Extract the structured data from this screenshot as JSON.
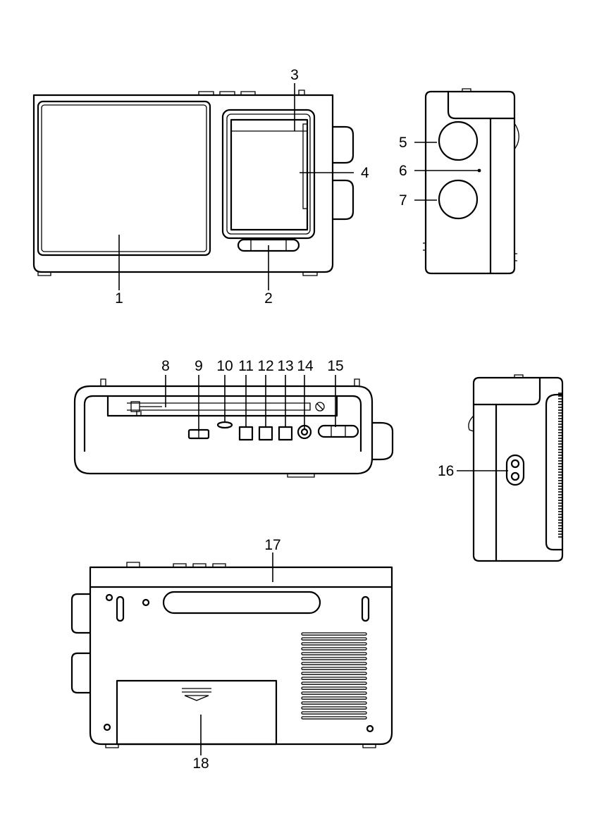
{
  "diagram": {
    "views": [
      {
        "name": "front-view",
        "labels": [
          "1",
          "2",
          "3",
          "4"
        ]
      },
      {
        "name": "right-side-view",
        "labels": [
          "5",
          "6",
          "7"
        ]
      },
      {
        "name": "top-view",
        "labels": [
          "8",
          "9",
          "10",
          "11",
          "12",
          "13",
          "14",
          "15"
        ]
      },
      {
        "name": "left-side-view",
        "labels": [
          "16"
        ]
      },
      {
        "name": "back-view",
        "labels": [
          "17",
          "18"
        ]
      }
    ],
    "callouts": {
      "c1": "1",
      "c2": "2",
      "c3": "3",
      "c4": "4",
      "c5": "5",
      "c6": "6",
      "c7": "7",
      "c8": "8",
      "c9": "9",
      "c10": "10",
      "c11": "11",
      "c12": "12",
      "c13": "13",
      "c14": "14",
      "c15": "15",
      "c16": "16",
      "c17": "17",
      "c18": "18"
    }
  }
}
